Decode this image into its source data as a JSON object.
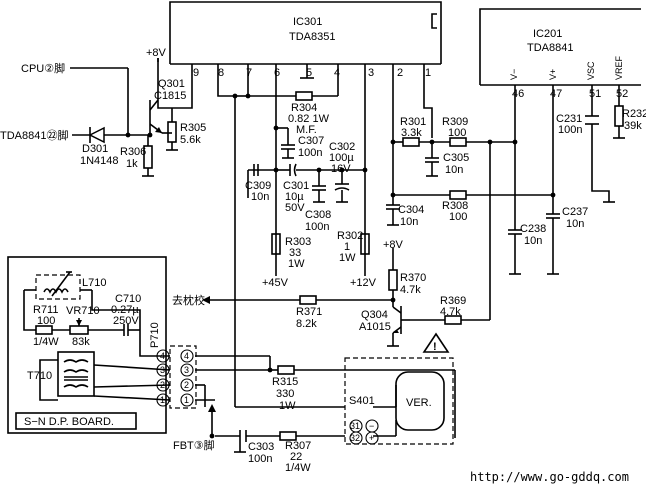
{
  "ics": {
    "ic301": {
      "ref": "IC301",
      "part": "TDA8351",
      "pins": [
        "9",
        "8",
        "7",
        "6",
        "5",
        "4",
        "3",
        "2",
        "1"
      ]
    },
    "ic201": {
      "ref": "IC201",
      "part": "TDA8841",
      "pin_names": [
        "V−",
        "V+",
        "VSC",
        "VREF"
      ],
      "pins": [
        "46",
        "47",
        "51",
        "52"
      ]
    }
  },
  "connectors": {
    "cpu": "CPU②脚",
    "tda8841_22": "TDA8841㉒脚",
    "fbt": "FBT③脚",
    "pillow": "去枕校",
    "plug": "P710",
    "s401": "S401"
  },
  "supplies": {
    "v8a": "+8V",
    "v8b": "+8V",
    "v45": "+45V",
    "v12": "+12V"
  },
  "components": {
    "q301": {
      "ref": "Q301",
      "value": "C1815"
    },
    "q304": {
      "ref": "Q304",
      "value": "A1015"
    },
    "d301": {
      "ref": "D301",
      "value": "1N4148"
    },
    "r306": {
      "ref": "R306",
      "value": "1k"
    },
    "r305": {
      "ref": "R305",
      "value": "5.6k"
    },
    "r304": {
      "ref": "R304",
      "value": "0.82 1W",
      "extra": "M.F."
    },
    "c307": {
      "ref": "C307",
      "value": "100n"
    },
    "c302": {
      "ref": "C302",
      "value": "100µ",
      "extra": "16V"
    },
    "c309": {
      "ref": "C309",
      "value": "10n"
    },
    "c301": {
      "ref": "C301",
      "value": "10µ",
      "extra": "50V"
    },
    "c308": {
      "ref": "C308",
      "value": "100n"
    },
    "r303": {
      "ref": "R303",
      "value": "33",
      "extra": "1W"
    },
    "r302": {
      "ref": "R302",
      "value": "1",
      "extra": "1W"
    },
    "r301": {
      "ref": "R301",
      "value": "3.3k"
    },
    "r309": {
      "ref": "R309",
      "value": "100"
    },
    "c305": {
      "ref": "C305",
      "value": "10n"
    },
    "c304": {
      "ref": "C304",
      "value": "10n"
    },
    "r308": {
      "ref": "R308",
      "value": "100"
    },
    "c231": {
      "ref": "C231",
      "value": "100n"
    },
    "r232": {
      "ref": "R232",
      "value": "39k"
    },
    "c238": {
      "ref": "C238",
      "value": "10n"
    },
    "c237": {
      "ref": "C237",
      "value": "10n"
    },
    "r370": {
      "ref": "R370",
      "value": "4.7k"
    },
    "r369": {
      "ref": "R369",
      "value": "4.7k"
    },
    "r371": {
      "ref": "R371",
      "value": "8.2k"
    },
    "r315": {
      "ref": "R315",
      "value": "330",
      "extra": "1W"
    },
    "r307": {
      "ref": "R307",
      "value": "22",
      "extra": "1/4W"
    },
    "c303": {
      "ref": "C303",
      "value": "100n"
    },
    "l710": {
      "ref": "L710"
    },
    "r711": {
      "ref": "R711",
      "value": "100",
      "extra": "1/4W"
    },
    "vr710": {
      "ref": "VR710",
      "value": "83k"
    },
    "c710": {
      "ref": "C710",
      "value": "0.27µ",
      "extra": "250V"
    },
    "t710": {
      "ref": "T710"
    },
    "ver": {
      "ref": "VER."
    }
  },
  "board": {
    "label": "S−N D.P. BOARD."
  },
  "plug_pins": [
    "4",
    "3",
    "2",
    "1"
  ],
  "s401_pins": [
    "31",
    "32"
  ],
  "s401_signs": [
    "−",
    "+"
  ],
  "warning_symbol": "!",
  "watermark": "http://www.go-gddq.com"
}
